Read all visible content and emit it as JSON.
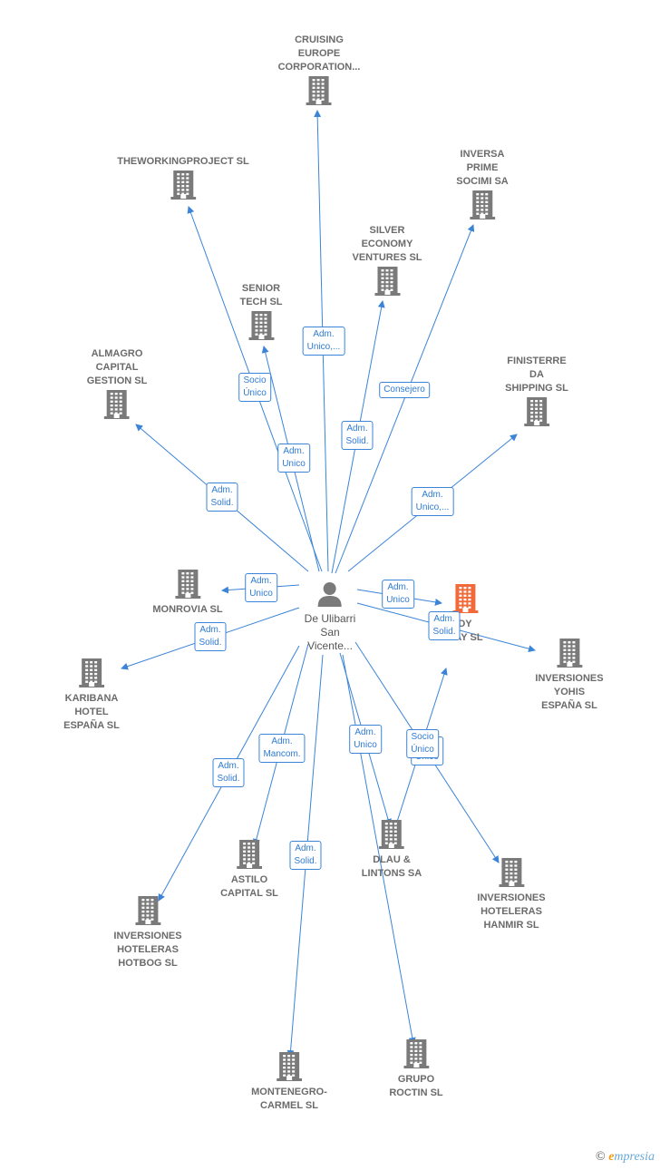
{
  "center": {
    "label": "De Ulibarri\nSan\nVicente..."
  },
  "companies": [
    {
      "id": "cruising",
      "label": "CRUISING\nEUROPE\nCORPORATION...",
      "highlight": false
    },
    {
      "id": "theworking",
      "label": "THEWORKINGPROJECT SL",
      "highlight": false
    },
    {
      "id": "inversa",
      "label": "INVERSA\nPRIME\nSOCIMI SA",
      "highlight": false
    },
    {
      "id": "silver",
      "label": "SILVER\nECONOMY\nVENTURES  SL",
      "highlight": false
    },
    {
      "id": "senior",
      "label": "SENIOR\nTECH  SL",
      "highlight": false
    },
    {
      "id": "almagro",
      "label": "ALMAGRO\nCAPITAL\nGESTION  SL",
      "highlight": false
    },
    {
      "id": "finisterre",
      "label": "FINISTERRE\nDA\nSHIPPING  SL",
      "highlight": false
    },
    {
      "id": "monrovia",
      "label": "MONROVIA SL",
      "highlight": false
    },
    {
      "id": "ready",
      "label": "DY\nCAY  SL",
      "highlight": true
    },
    {
      "id": "yohis",
      "label": "INVERSIONES\nYOHIS\nESPAÑA  SL",
      "highlight": false
    },
    {
      "id": "karibana",
      "label": "KARIBANA\nHOTEL\nESPAÑA  SL",
      "highlight": false
    },
    {
      "id": "astilo",
      "label": "ASTILO\nCAPITAL  SL",
      "highlight": false
    },
    {
      "id": "dlau",
      "label": "DLAU &\nLINTONS SA",
      "highlight": false
    },
    {
      "id": "hanmir",
      "label": "INVERSIONES\nHOTELERAS\nHANMIR  SL",
      "highlight": false
    },
    {
      "id": "hotbog",
      "label": "INVERSIONES\nHOTELERAS\nHOTBOG  SL",
      "highlight": false
    },
    {
      "id": "montenegro",
      "label": "MONTENEGRO-\nCARMEL  SL",
      "highlight": false
    },
    {
      "id": "roctin",
      "label": "GRUPO\nROCTIN  SL",
      "highlight": false
    }
  ],
  "roles": [
    {
      "id": "r-cruising",
      "text": "Adm.\nUnico,..."
    },
    {
      "id": "r-senior",
      "text": "Socio\nÚnico"
    },
    {
      "id": "r-senior2",
      "text": "Adm.\nUnico"
    },
    {
      "id": "r-silver",
      "text": "Adm.\nSolid."
    },
    {
      "id": "r-inversa",
      "text": "Consejero"
    },
    {
      "id": "r-almagro",
      "text": "Adm.\nSolid."
    },
    {
      "id": "r-finisterre",
      "text": "Adm.\nUnico,..."
    },
    {
      "id": "r-monrovia",
      "text": "Adm.\nUnico"
    },
    {
      "id": "r-karibana",
      "text": "Adm.\nSolid."
    },
    {
      "id": "r-ready",
      "text": "Adm.\nUnico"
    },
    {
      "id": "r-yohis",
      "text": "Adm.\nSolid."
    },
    {
      "id": "r-hotbog",
      "text": "Adm.\nSolid."
    },
    {
      "id": "r-astilo",
      "text": "Adm.\nMancom."
    },
    {
      "id": "r-montenegro",
      "text": "Adm.\nSolid."
    },
    {
      "id": "r-roctin",
      "text": "Adm.\nUnico"
    },
    {
      "id": "r-hanmir",
      "text": "Socio\nÚnico"
    },
    {
      "id": "r-dlau",
      "text": "Socio\nÚnico"
    }
  ],
  "colors": {
    "edge": "#3b84d8",
    "building": "#7a7a7a",
    "highlight": "#f26a3a",
    "person": "#7a7a7a"
  },
  "footer": {
    "copyright": "©",
    "brand_initial": "e",
    "brand_rest": "mpresia"
  }
}
